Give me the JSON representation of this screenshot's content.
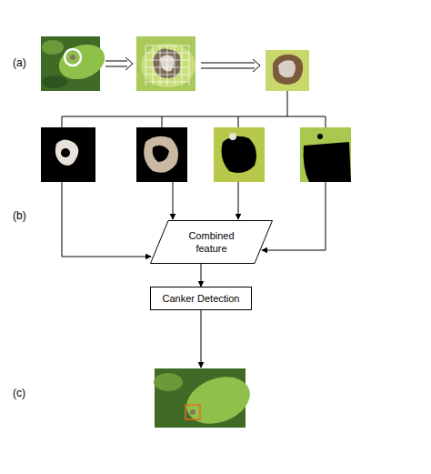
{
  "diagram": {
    "nodes": [
      {
        "text": [
          "Combined feature"
        ]
      },
      {
        "text": [
          "Canker Detection"
        ]
      }
    ],
    "edges": [
      {
        "from": 0,
        "to": 1,
        "arrow": "to"
      }
    ],
    "labels": [
      "(a)",
      "(b)",
      "(c)"
    ]
  }
}
